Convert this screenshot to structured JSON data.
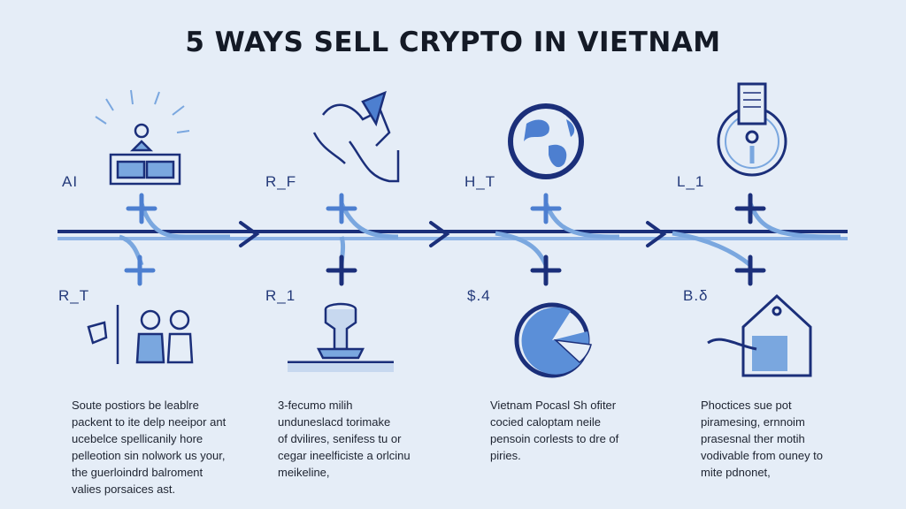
{
  "title": "5 WAYS SELL CRYPTO IN VIETNAM",
  "top_steps": [
    {
      "label": "AI",
      "icon": "atm-machine-icon"
    },
    {
      "label": "R_F",
      "icon": "hand-exchange-icon"
    },
    {
      "label": "H_T",
      "icon": "globe-icon"
    },
    {
      "label": "L_1",
      "icon": "lock-document-icon"
    }
  ],
  "bottom_steps": [
    {
      "label": "R_T",
      "icon": "people-icon"
    },
    {
      "label": "R_1",
      "icon": "pedestal-icon"
    },
    {
      "label": "$.4",
      "icon": "pie-chart-icon"
    },
    {
      "label": "B.δ",
      "icon": "house-icon"
    }
  ],
  "descriptions": [
    {
      "lines": [
        "Soute postiors be leablre",
        "packent to ite delp neeipor ant",
        "ucebelce spellicanily hore",
        "pelleotion sin nolwork us your,",
        "the guerloindrd balroment",
        "valies porsaices ast."
      ]
    },
    {
      "lines": [
        "3-fecumo milih",
        "unduneslacd torimake",
        "of dvilires, senifess tu or",
        "cegar ineelficiste a orlcinu",
        "meikeline,"
      ]
    },
    {
      "lines": [
        "Vietnam Pocasl Sh ofiter",
        "cocied caloptam neile",
        "pensoin corlests to dre of",
        "piries."
      ]
    },
    {
      "lines": [
        "Phoctices sue pot",
        "piramesing, ernnoim",
        "prasesnal ther motih",
        "vodivable from ouney to",
        "mite pdnonet,"
      ]
    }
  ],
  "colors": {
    "navy": "#1b2f7a",
    "light_blue": "#7aa7df",
    "mid_blue": "#4d7fd0",
    "background": "#e5edf7"
  }
}
